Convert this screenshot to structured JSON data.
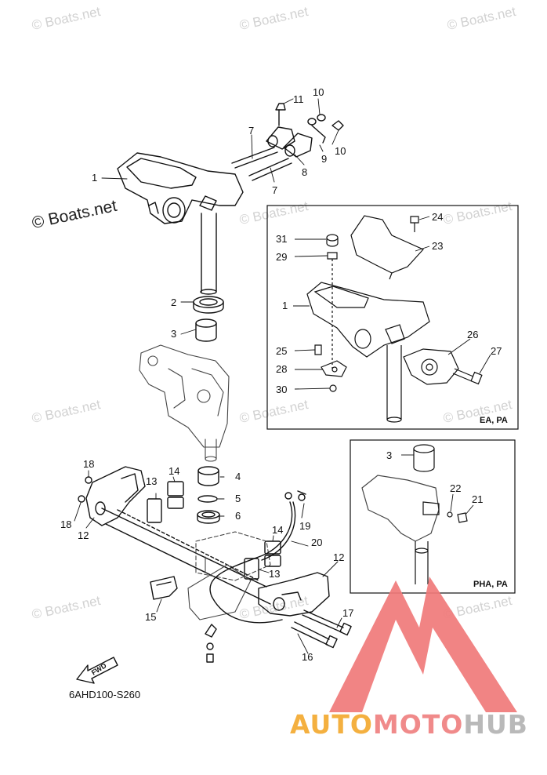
{
  "watermarks": {
    "small": "© Boats.net",
    "large": "© Boats.net"
  },
  "callouts": [
    {
      "num": "1"
    },
    {
      "num": "2"
    },
    {
      "num": "3"
    },
    {
      "num": "4"
    },
    {
      "num": "5"
    },
    {
      "num": "6"
    },
    {
      "num": "7"
    },
    {
      "num": "7"
    },
    {
      "num": "8"
    },
    {
      "num": "9"
    },
    {
      "num": "10"
    },
    {
      "num": "10"
    },
    {
      "num": "11"
    },
    {
      "num": "12"
    },
    {
      "num": "12"
    },
    {
      "num": "13"
    },
    {
      "num": "13"
    },
    {
      "num": "14"
    },
    {
      "num": "14"
    },
    {
      "num": "15"
    },
    {
      "num": "16"
    },
    {
      "num": "17"
    },
    {
      "num": "18"
    },
    {
      "num": "18"
    },
    {
      "num": "19"
    },
    {
      "num": "20"
    }
  ],
  "inset_ea": {
    "label": "EA, PA",
    "callouts": [
      "31",
      "29",
      "1",
      "25",
      "28",
      "30",
      "24",
      "23",
      "26",
      "27"
    ]
  },
  "inset_pha": {
    "label": "PHA, PA",
    "callouts": [
      "3",
      "22",
      "21"
    ]
  },
  "fwd_label": "FWD",
  "diagram_code": "6AHD100-S260",
  "brand": {
    "part1": "AUTO",
    "part2": "MOTO",
    "part3": "HUB",
    "logo_color": "#f07a7a",
    "accent_color": "#f4b040"
  }
}
